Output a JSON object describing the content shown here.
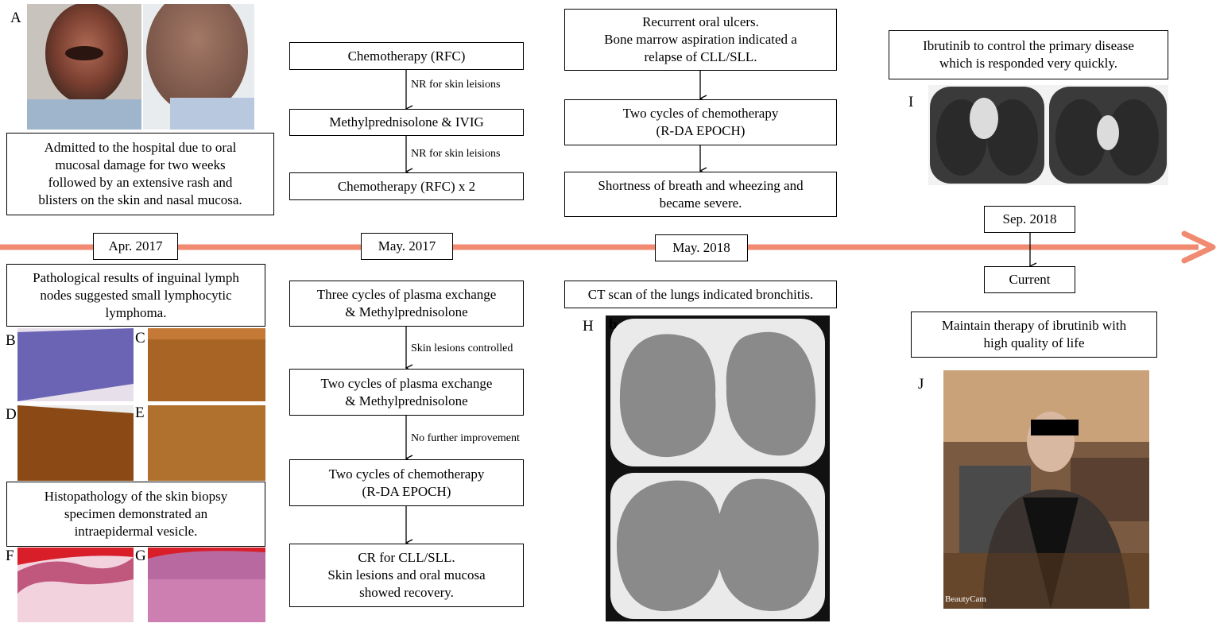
{
  "timeline": {
    "apr2017": "Apr. 2017",
    "may2017": "May. 2017",
    "may2018": "May. 2018",
    "sep2018": "Sep. 2018",
    "current": "Current"
  },
  "admission": [
    "Admitted to the hospital due to oral",
    "mucosal damage for two weeks",
    "followed by an extensive rash and",
    "blisters on the skin and nasal mucosa."
  ],
  "pathology": [
    "Pathological results of inguinal lymph",
    "nodes suggested small lymphocytic",
    "lymphoma."
  ],
  "histopathology": [
    "Histopathology of the skin biopsy",
    "specimen demonstrated an",
    "intraepidermal vesicle."
  ],
  "flow_top": {
    "step1": "Chemotherapy (RFC)",
    "note1": "NR for skin leisions",
    "step2": "Methylprednisolone & IVIG",
    "note2": "NR for skin leisions",
    "step3": "Chemotherapy (RFC) x 2"
  },
  "flow_bottom": {
    "step1": [
      "Three cycles of plasma exchange",
      "& Methylprednisolone"
    ],
    "note1": "Skin lesions controlled",
    "step2": [
      "Two cycles of plasma exchange",
      "& Methylprednisolone"
    ],
    "note2": "No further improvement",
    "step3": [
      "Two cycles of chemotherapy",
      "(R-DA EPOCH)"
    ],
    "step4": [
      "CR for CLL/SLL.",
      "Skin lesions and oral mucosa",
      "showed recovery."
    ]
  },
  "relapse": {
    "step1": [
      "Recurrent oral ulcers.",
      "Bone marrow aspiration indicated a",
      "relapse of CLL/SLL."
    ],
    "step2": [
      "Two cycles of chemotherapy",
      "(R-DA EPOCH)"
    ],
    "step3": [
      "Shortness of breath and wheezing and",
      "became severe."
    ],
    "ct": "CT scan of the lungs indicated bronchitis."
  },
  "ibrutinib": [
    "Ibrutinib to control the primary disease",
    "which is responded very quickly."
  ],
  "maintain": [
    "Maintain therapy of ibrutinib with",
    "high quality of life"
  ],
  "panel_labels": {
    "A": "A",
    "B": "B",
    "C": "C",
    "D": "D",
    "E": "E",
    "F": "F",
    "G": "G",
    "H": "H",
    "I": "I",
    "J": "J",
    "b": "b"
  },
  "watermark": "BeautyCam",
  "colors": {
    "timeline": "#f08a70",
    "he_stain": "#c0587e",
    "ihc_stain": "#a86424",
    "ct_bg": "#2a2a2a"
  }
}
